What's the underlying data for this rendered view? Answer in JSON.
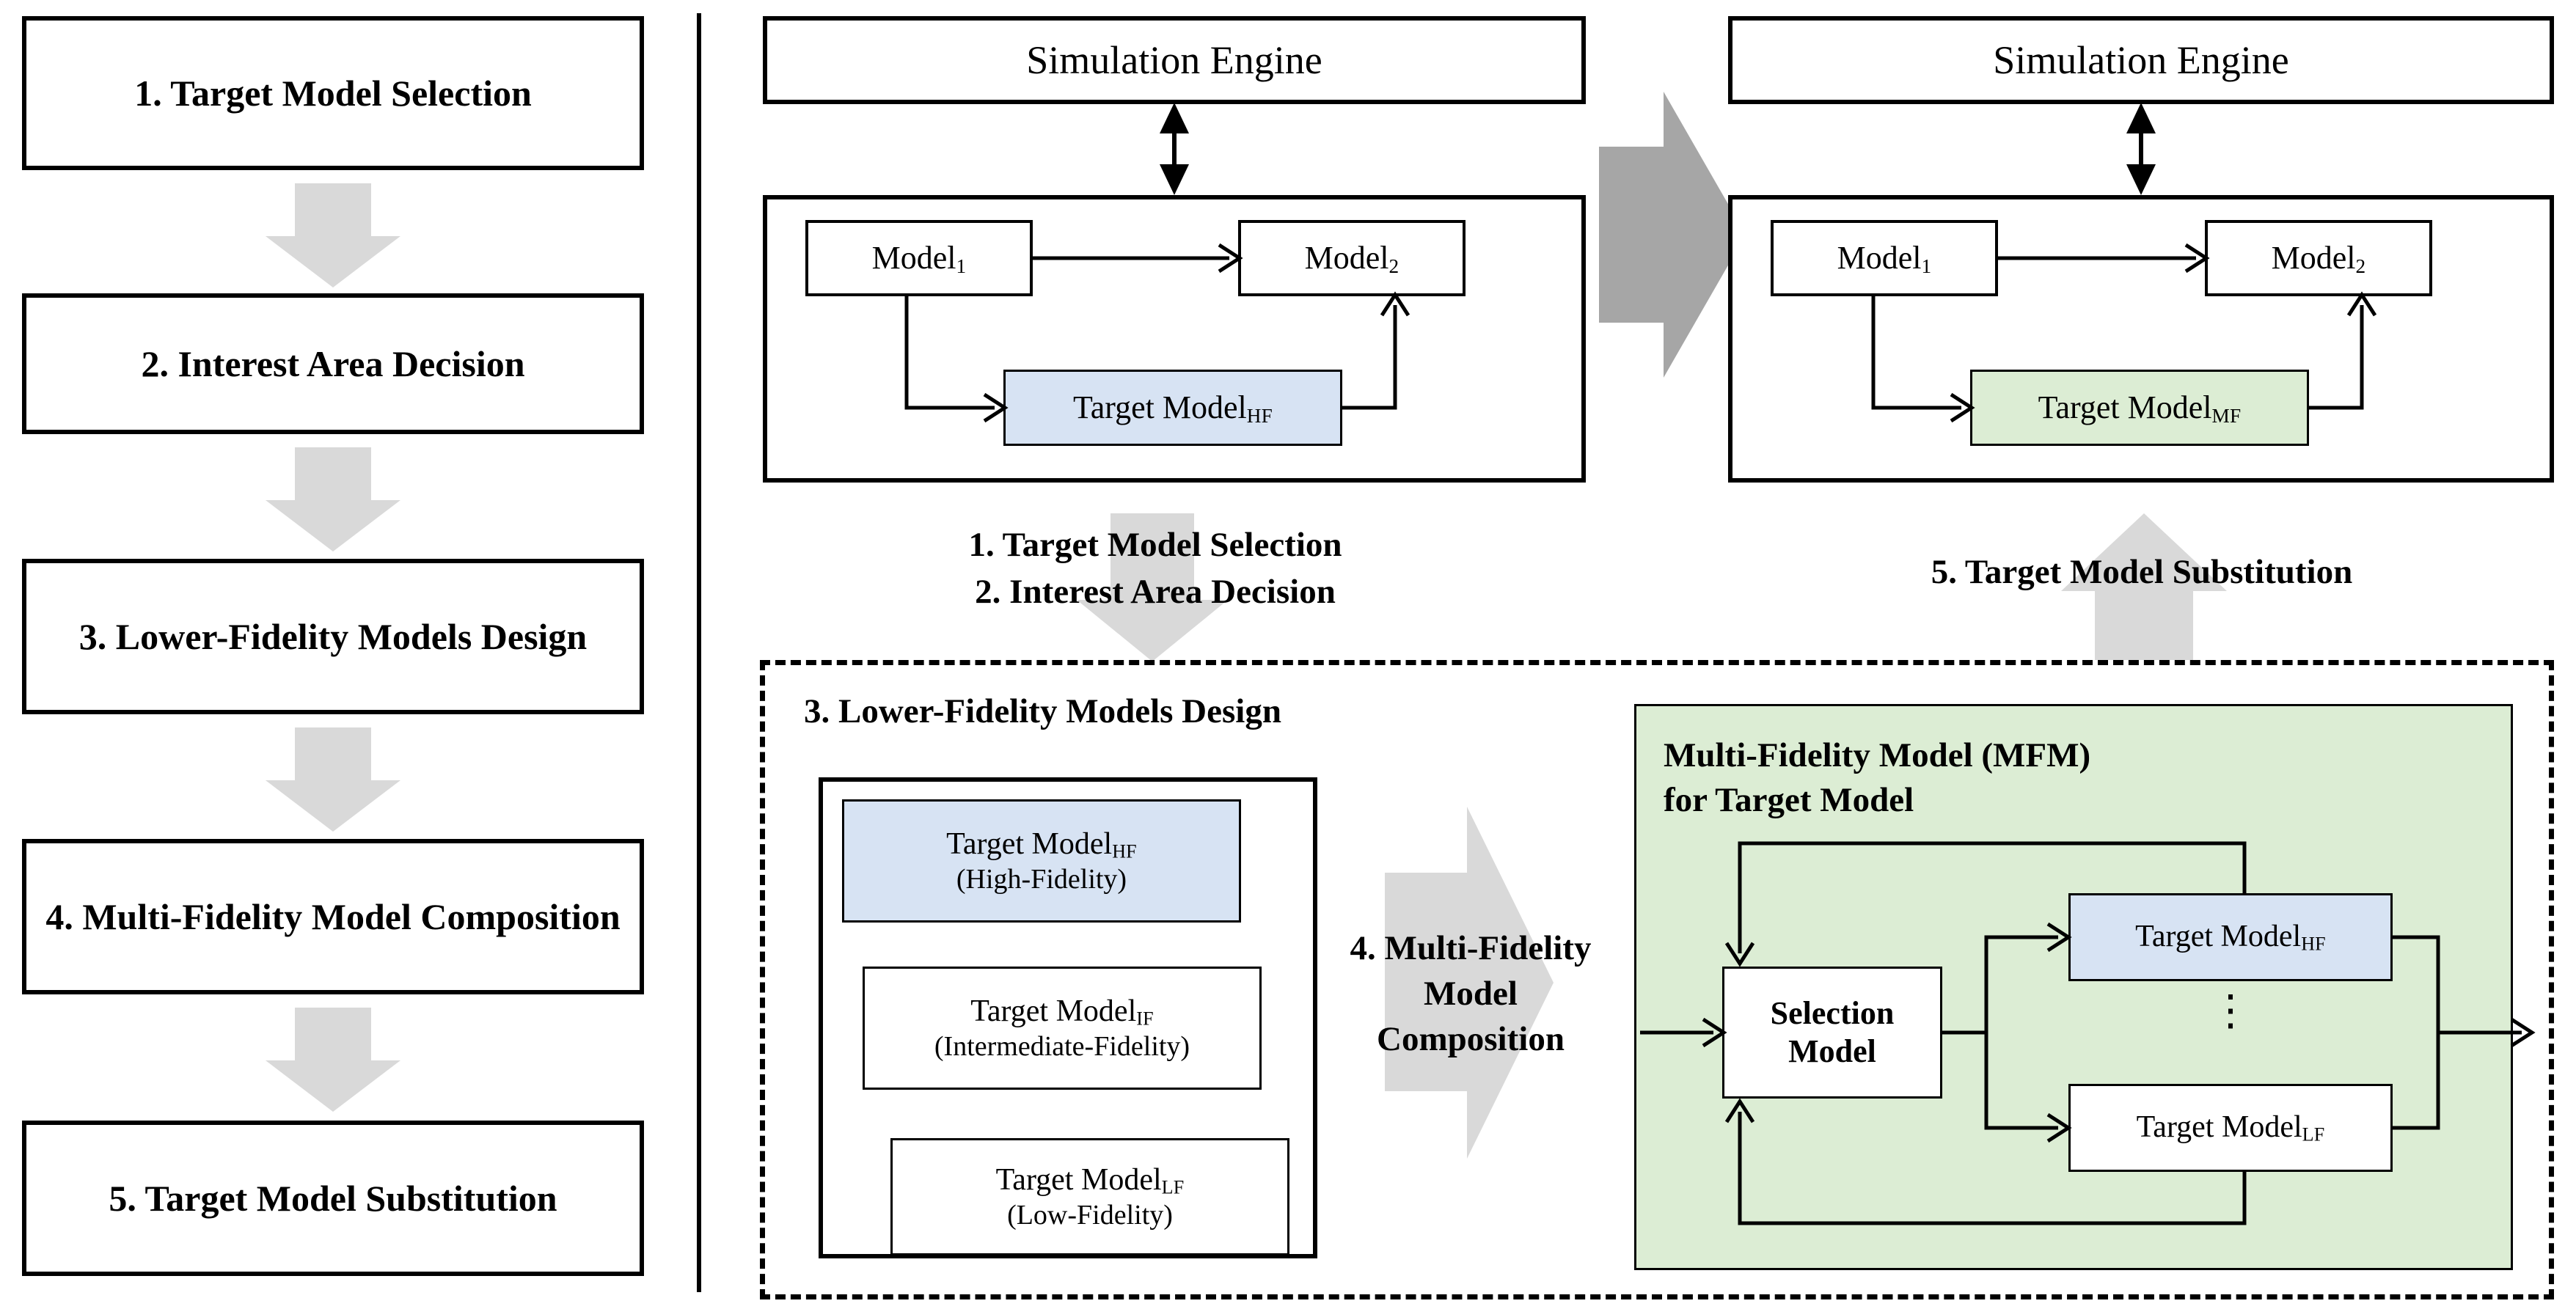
{
  "colors": {
    "hf_blue": "#d7e3f3",
    "mf_green": "#dcedd4",
    "mfm_panel_green": "#dcedd4",
    "arrow_light_gray": "#d9d9d9",
    "arrow_dark_gray": "#a6a6a6",
    "stroke": "#000000",
    "background": "#ffffff"
  },
  "left_flow": {
    "steps": [
      {
        "label": "1. Target Model Selection"
      },
      {
        "label": "2. Interest Area Decision"
      },
      {
        "label": "3. Lower-Fidelity Models\nDesign"
      },
      {
        "label": "4. Multi-Fidelity Model\nComposition"
      },
      {
        "label": "5. Target Model\nSubstitution"
      }
    ]
  },
  "right": {
    "before_panel": {
      "engine_title": "Simulation Engine",
      "model_1": "Model",
      "model_1_sub": "1",
      "model_2": "Model",
      "model_2_sub": "2",
      "target_model": "Target Model",
      "target_model_sub": "HF"
    },
    "after_panel": {
      "engine_title": "Simulation Engine",
      "model_1": "Model",
      "model_1_sub": "1",
      "model_2": "Model",
      "model_2_sub": "2",
      "target_model": "Target Model",
      "target_model_sub": "MF"
    },
    "caption_left": "1. Target Model Selection\n2. Interest Area Decision",
    "caption_right": "5. Target Model  Substitution",
    "dashed_section": {
      "title": "3. Lower-Fidelity Models Design",
      "fidelity_models": [
        {
          "name": "Target Model",
          "sub": "HF",
          "note": "(High-Fidelity)",
          "highlighted": true
        },
        {
          "name": "Target Model",
          "sub": "IF",
          "note": "(Intermediate-Fidelity)",
          "highlighted": false
        },
        {
          "name": "Target Model",
          "sub": "LF",
          "note": "(Low-Fidelity)",
          "highlighted": false
        }
      ],
      "composition_label": "4. Multi-Fidelity\nModel\nComposition",
      "mfm": {
        "title": "Multi-Fidelity Model (MFM)\nfor Target Model",
        "selection_model": "Selection\nModel",
        "hf_model": "Target Model",
        "hf_model_sub": "HF",
        "lf_model": "Target Model",
        "lf_model_sub": "LF",
        "vertical_ellipsis": "⋮"
      }
    }
  }
}
